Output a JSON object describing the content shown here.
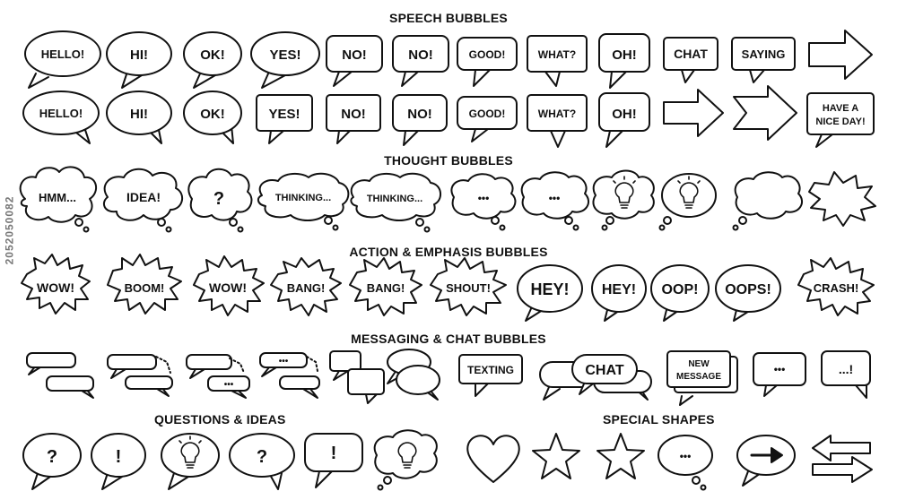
{
  "headings": {
    "speech": "SPEECH BUBBLES",
    "thought": "THOUGHT BUBBLES",
    "action": "ACTION & EMPHASIS BUBBLES",
    "messaging": "MESSAGING & CHAT BUBBLES",
    "questions": "QUESTIONS & IDEAS",
    "special": "SPECIAL SHAPES"
  },
  "watermark": "2052050082",
  "speech_row1": [
    "HELLO!",
    "HI!",
    "OK!",
    "YES!",
    "NO!",
    "NO!",
    "GOOD!",
    "WHAT?",
    "OH!",
    "CHAT",
    "SAYING"
  ],
  "speech_row2": [
    "HELLO!",
    "HI!",
    "OK!",
    "YES!",
    "NO!",
    "NO!",
    "GOOD!",
    "WHAT?",
    "OH!"
  ],
  "speech_row2_last": [
    "HAVE A",
    "NICE DAY!"
  ],
  "thought_row": [
    "HMM...",
    "IDEA!",
    "?",
    "THINKING...",
    "THINKING...",
    "•••",
    "•••"
  ],
  "action_row": [
    "WOW!",
    "BOOM!",
    "WOW!",
    "BANG!",
    "BANG!",
    "SHOUT!",
    "HEY!",
    "HEY!",
    "OOP!",
    "OOPS!",
    "CRASH!"
  ],
  "messaging_row": {
    "texting": "TEXTING",
    "chat": "CHAT",
    "new_message": [
      "NEW",
      "MESSAGE"
    ],
    "dots": "•••",
    "dots_bang": "...!"
  },
  "questions_row": [
    "?",
    "!",
    "?",
    "!"
  ],
  "icons": [
    "lightbulb-icon",
    "heart-icon",
    "star-icon",
    "arrow-icon",
    "double-arrow-icon"
  ]
}
